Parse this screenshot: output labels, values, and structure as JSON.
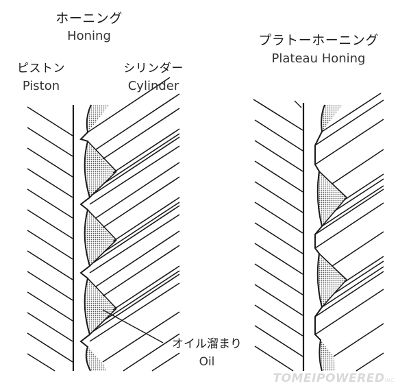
{
  "honing": {
    "title_jp": "ホーニング",
    "title_en": "Honing",
    "piston_jp": "ピストン",
    "piston_en": "Piston",
    "cylinder_jp": "シリンダー",
    "cylinder_en": "Cylinder"
  },
  "plateau": {
    "title_jp": "プラトーホーニング",
    "title_en": "Plateau Honing"
  },
  "oil": {
    "label_jp": "オイル溜まり",
    "label_en": "Oil"
  },
  "watermark": {
    "text": "TOMEIPOWERED",
    "suffix": "INC."
  },
  "colors": {
    "line": "#1a1a1a",
    "oil_fill": "#c8c8c8",
    "watermark": "#d9d9d9"
  }
}
